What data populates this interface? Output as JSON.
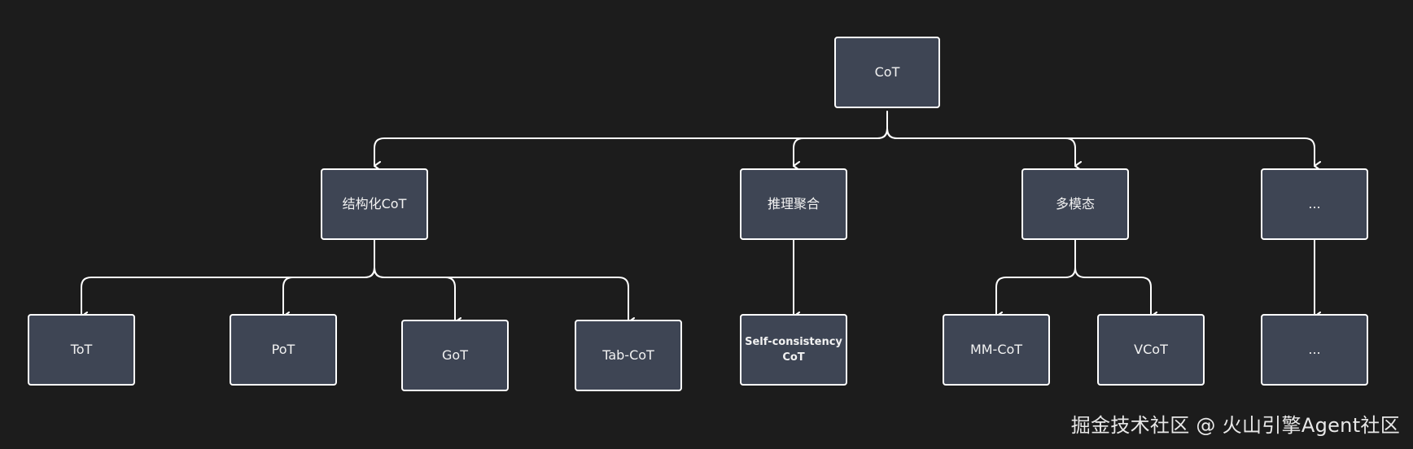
{
  "diagram": {
    "root": {
      "label": "CoT"
    },
    "categories": [
      {
        "label": "结构化CoT"
      },
      {
        "label": "推理聚合"
      },
      {
        "label": "多模态"
      },
      {
        "label": "..."
      }
    ],
    "leaves": [
      {
        "label": "ToT"
      },
      {
        "label": "PoT"
      },
      {
        "label": "GoT"
      },
      {
        "label": "Tab-CoT"
      },
      {
        "label": "Self-consistency\nCoT"
      },
      {
        "label": "MM-CoT"
      },
      {
        "label": "VCoT"
      },
      {
        "label": "..."
      }
    ]
  },
  "colors": {
    "background": "#1c1c1c",
    "node_fill": "#3e4554",
    "node_border": "#ffffff",
    "connector": "#ffffff"
  },
  "watermark": "掘金技术社区 @ 火山引擎Agent社区"
}
